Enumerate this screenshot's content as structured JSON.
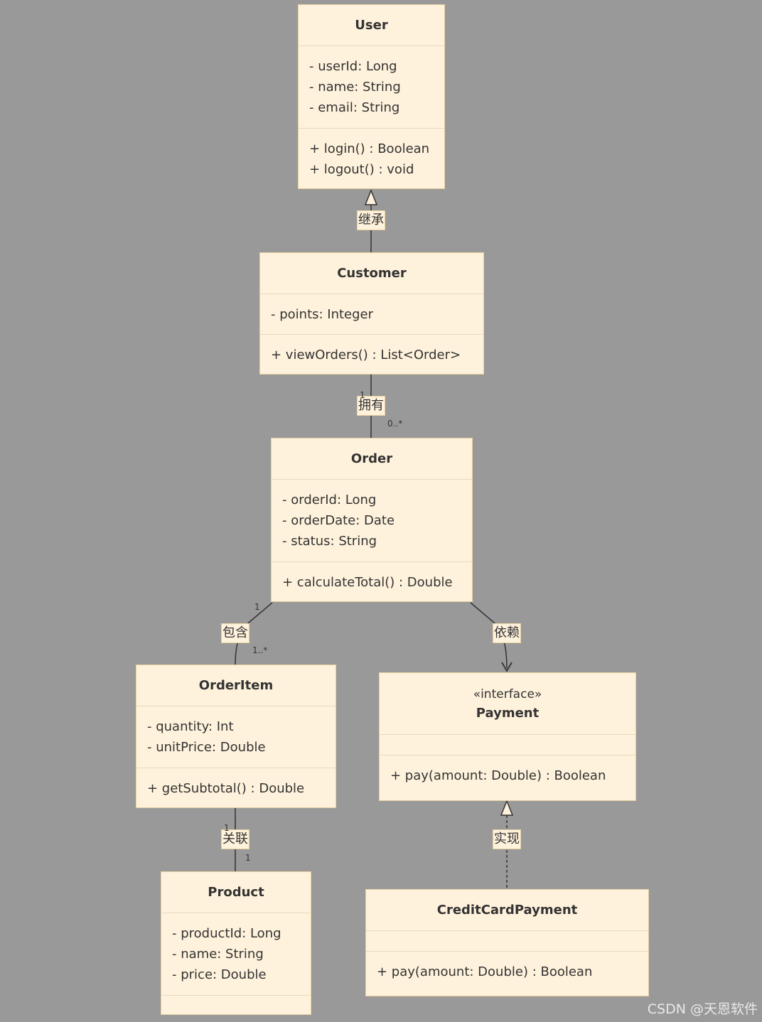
{
  "classes": {
    "user": {
      "name": "User",
      "attributes": [
        "- userId: Long",
        "- name: String",
        "- email: String"
      ],
      "methods": [
        "+ login() : Boolean",
        "+ logout() : void"
      ]
    },
    "customer": {
      "name": "Customer",
      "attributes": [
        "- points: Integer"
      ],
      "methods": [
        "+ viewOrders() : List<Order>"
      ]
    },
    "order": {
      "name": "Order",
      "attributes": [
        "- orderId: Long",
        "- orderDate: Date",
        "- status: String"
      ],
      "methods": [
        "+ calculateTotal() : Double"
      ]
    },
    "orderitem": {
      "name": "OrderItem",
      "attributes": [
        "- quantity: Int",
        "- unitPrice: Double"
      ],
      "methods": [
        "+ getSubtotal() : Double"
      ]
    },
    "payment": {
      "stereotype": "«interface»",
      "name": "Payment",
      "attributes": [],
      "methods": [
        "+ pay(amount: Double) : Boolean"
      ]
    },
    "product": {
      "name": "Product",
      "attributes": [
        "- productId: Long",
        "- name: String",
        "- price: Double"
      ],
      "methods": []
    },
    "creditcard": {
      "name": "CreditCardPayment",
      "attributes": [],
      "methods": [
        "+ pay(amount: Double) : Boolean"
      ]
    }
  },
  "relations": {
    "inherit": {
      "label": "继承"
    },
    "owns": {
      "label": "拥有",
      "from_mult": "1",
      "to_mult": "0..*"
    },
    "contains": {
      "label": "包含",
      "from_mult": "1",
      "to_mult": "1..*"
    },
    "depends": {
      "label": "依赖"
    },
    "associates": {
      "label": "关联",
      "from_mult": "1",
      "to_mult": "1"
    },
    "implements": {
      "label": "实现"
    }
  },
  "watermark": "CSDN @天恩软件",
  "colors": {
    "background": "#999999",
    "class_fill": "#fff2dc",
    "class_border": "#e6cfa0",
    "line": "#333333"
  }
}
